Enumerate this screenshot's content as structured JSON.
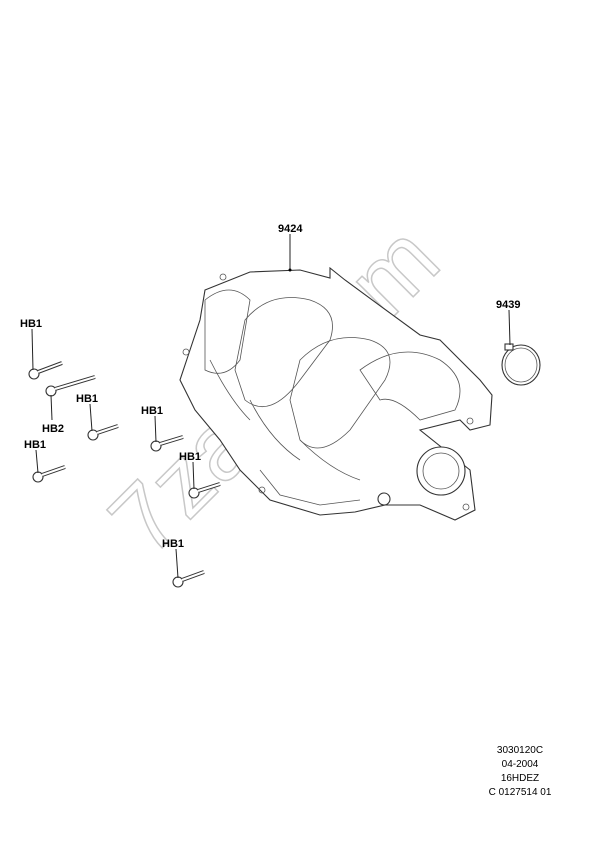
{
  "callouts": {
    "manifold": "9424",
    "clamp": "9439",
    "bolt_a": "HB1",
    "bolt_b": "HB2",
    "bolt_c": "HB1",
    "bolt_d": "HB1",
    "bolt_e": "HB1",
    "bolt_f": "HB1",
    "bolt_g": "HB1"
  },
  "reference": {
    "line1": "3030120C",
    "line2": "04-2004",
    "line3": "16HDEZ",
    "line4": "C 0127514 01"
  },
  "watermark": "7zap.com",
  "colors": {
    "line": "#333333",
    "watermark": "#c8c8c8"
  }
}
